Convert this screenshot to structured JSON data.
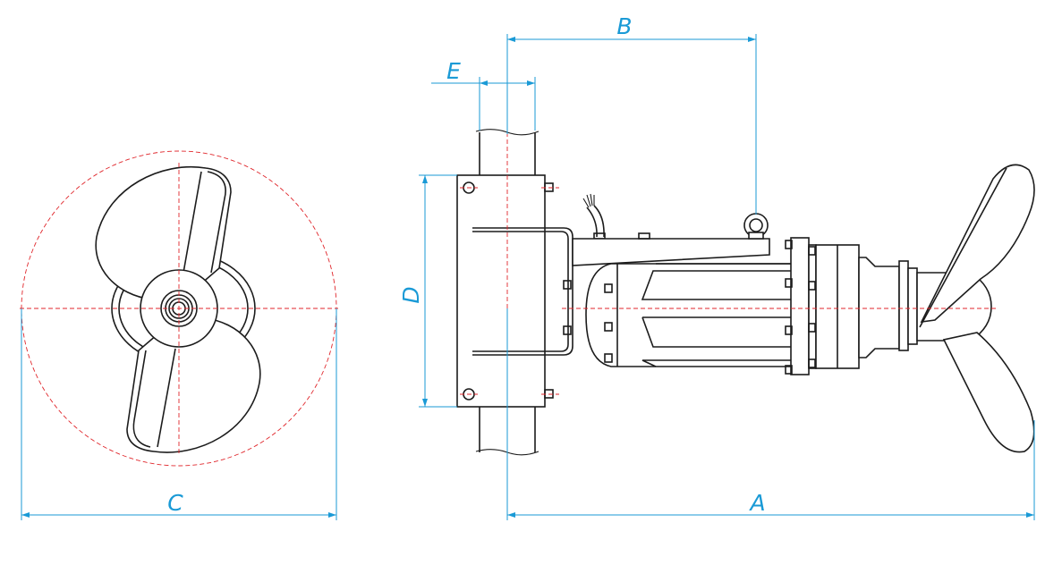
{
  "dimensions": {
    "a": "A",
    "b": "B",
    "c": "C",
    "d": "D",
    "e": "E"
  },
  "colors": {
    "dimension_lines": "#1a9ad6",
    "center_lines": "#e0262b",
    "outline": "#1c1c1c",
    "background": "#ffffff"
  }
}
